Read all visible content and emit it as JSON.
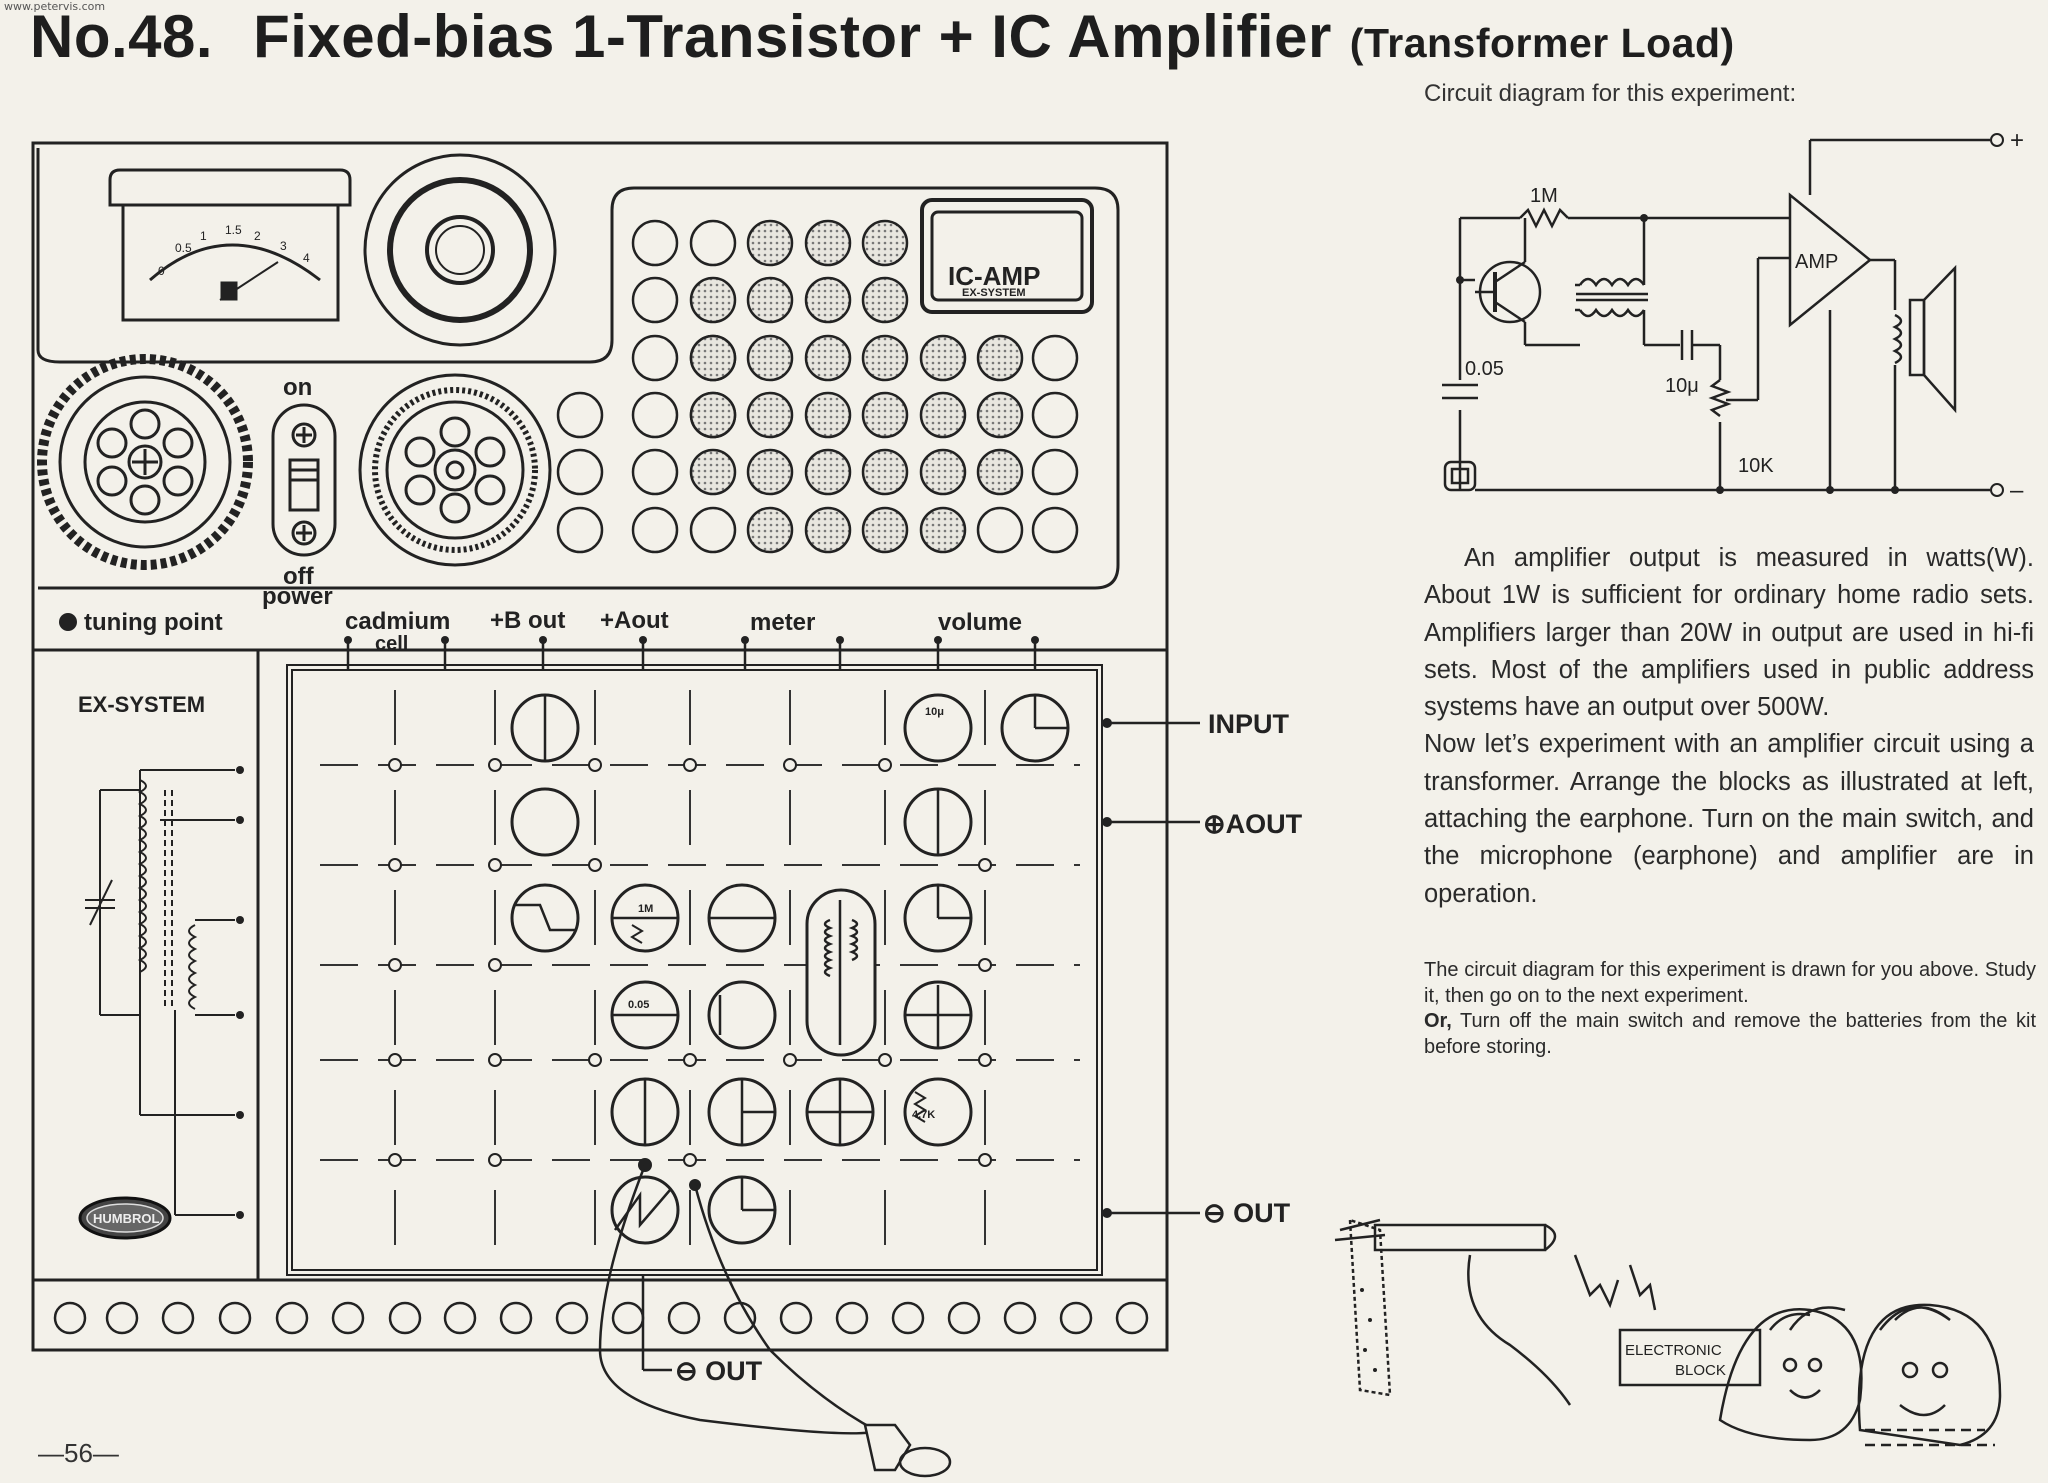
{
  "watermark": "www.petervis.com",
  "page": {
    "number": "—56—",
    "title_number": "No.48.",
    "title_main": "Fixed-bias 1-Transistor + IC Amplifier",
    "title_sub": "(Transformer Load)"
  },
  "schematic": {
    "caption": "Circuit diagram for this experiment:",
    "labels": {
      "r1": "1M",
      "amp": "AMP",
      "cap": "0.05",
      "ecap": "10μ",
      "pot": "10K",
      "plus": "+",
      "minus": "–"
    }
  },
  "kit": {
    "meter_scale": [
      "0",
      "0.5",
      "1",
      "1.5",
      "2",
      "3",
      "4"
    ],
    "on_label": "on",
    "off_label": "off",
    "power_label": "power",
    "tuning_label": "tuning point",
    "ic_badge_line1": "IC-AMP",
    "ic_badge_line2": "EX-SYSTEM",
    "terminals": {
      "cadmium": "cadmium",
      "cell": "cell",
      "bout": "+B out",
      "aout": "+Aout",
      "meter": "meter",
      "volume": "volume"
    },
    "ex_system": "EX-SYSTEM",
    "brand": "HUMBROL",
    "block_labels": {
      "cap10u": "10μ",
      "res1m": "1M",
      "cap005": "0.05",
      "res47k": "4.7K"
    },
    "side_labels": {
      "input": "INPUT",
      "aout": "⊕AOUT",
      "out": "⊖ OUT",
      "bottom_out": "⊖ OUT"
    }
  },
  "cartoon": {
    "sign_line1": "ELECTRONIC",
    "sign_line2": "BLOCK"
  },
  "body_text": {
    "paragraph1": "An amplifier output is measured in watts(W). About 1W is sufficient for ordinary home radio sets. Amplifiers larger than 20W in output are used in hi-fi sets. Most of the amplifiers used in public address systems have an output over 500W.",
    "paragraph2": "Now let’s experiment with an amplifier circuit using a transformer. Arrange the blocks as illustrated at left, attaching the earphone. Turn on the main switch, and the microphone (earphone) and amplifier are in operation.",
    "note1": "The circuit diagram for this experiment is drawn for you above. Study it, then go on to the next experiment.",
    "note2_lead": "Or,",
    "note2": " Turn off the main switch and remove the batteries from the kit before storing."
  }
}
